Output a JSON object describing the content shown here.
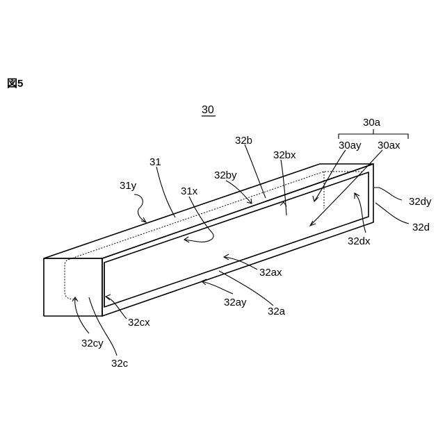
{
  "figure": {
    "number": "図5",
    "title": "30"
  },
  "labels": {
    "l30a": "30a",
    "l30ay": "30ay",
    "l30ax": "30ax",
    "l32b": "32b",
    "l32bx": "32bx",
    "l31": "31",
    "l32by": "32by",
    "l31y": "31y",
    "l31x": "31x",
    "l32dy": "32dy",
    "l32d": "32d",
    "l32dx": "32dx",
    "l32ax": "32ax",
    "l32ay": "32ay",
    "l32a": "32a",
    "l32cx": "32cx",
    "l32cy": "32cy",
    "l32c": "32c"
  }
}
